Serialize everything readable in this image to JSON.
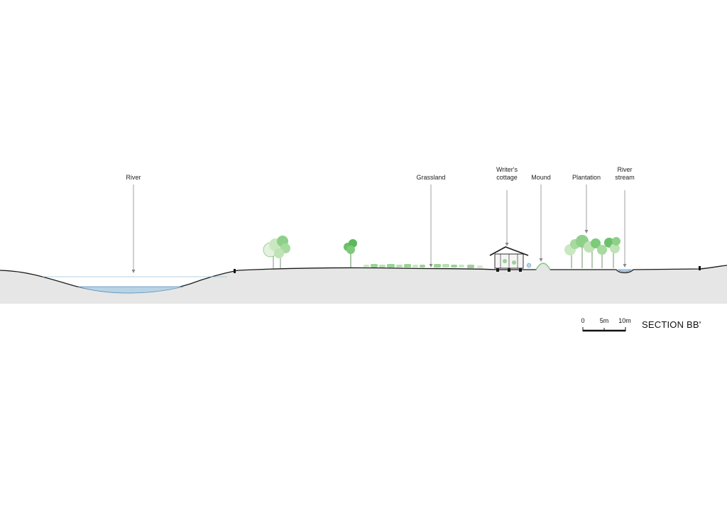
{
  "labels": {
    "river": "River",
    "grassland": "Grassland",
    "writers_cottage_line1": "Writer's",
    "writers_cottage_line2": "cottage",
    "mound": "Mound",
    "plantation": "Plantation",
    "river_stream_line1": "River",
    "river_stream_line2": "stream"
  },
  "scale_bar": {
    "tick_0": "0",
    "tick_5": "5m",
    "tick_10": "10m"
  },
  "title": "SECTION BB'",
  "colors": {
    "ground_fill": "#e6e6e6",
    "ground_line": "#1a1a1a",
    "water": "#b8d3e6",
    "water_line": "#5e8fb5",
    "tree_light": "#bfe3b4",
    "tree_mid": "#8ed08a",
    "tree_dark": "#5cb85c",
    "grass": "#9ad394",
    "leader": "#888888"
  }
}
